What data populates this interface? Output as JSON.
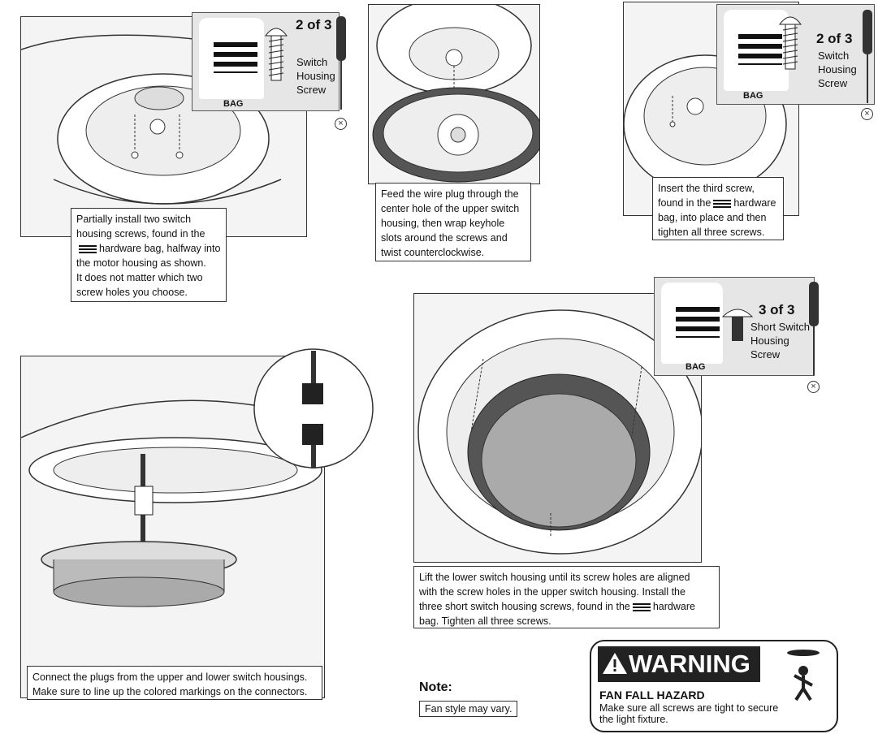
{
  "steps": [
    {
      "caption_lines": [
        "Partially install two switch",
        "housing screws, found in the",
        "hardware bag, halfway into",
        "the motor housing as shown.",
        "It does not matter which two",
        "screw holes you choose."
      ],
      "bag": {
        "label": "BAG",
        "count": "2 of 3",
        "item": [
          "Switch",
          "Housing",
          "Screw"
        ]
      }
    },
    {
      "caption_lines": [
        "Feed the wire plug through the",
        "center hole of the upper switch",
        "housing, then wrap keyhole",
        "slots around the screws and",
        "twist counterclockwise."
      ]
    },
    {
      "caption_lines": [
        "Insert the third screw,",
        "found in the",
        "hardware",
        "bag, into place and then",
        "tighten all three screws."
      ],
      "bag": {
        "label": "BAG",
        "count": "2 of 3",
        "item": [
          "Switch",
          "Housing",
          "Screw"
        ]
      }
    },
    {
      "caption_lines": [
        "Connect the plugs from the upper and lower switch housings.",
        "Make sure to line up the colored markings on the connectors."
      ]
    },
    {
      "caption_lines": [
        "Lift the lower switch housing until its screw holes are aligned",
        "with the screw holes in the upper switch housing. Install the",
        "three short switch housing screws, found in the",
        "hardware",
        "bag. Tighten all three screws."
      ],
      "bag": {
        "label": "BAG",
        "count": "3 of 3",
        "item": [
          "Short Switch",
          "Housing",
          "Screw"
        ]
      }
    }
  ],
  "note": {
    "title": "Note:",
    "text": "Fan style may vary."
  },
  "warning": {
    "heading": "WARNING",
    "title": "FAN FALL HAZARD",
    "text": "Make sure all screws are tight to secure the light fixture."
  },
  "icons": {
    "stop": "circle-x-icon",
    "screwdriver": "screwdriver-icon",
    "warning": "warning-triangle-icon"
  }
}
